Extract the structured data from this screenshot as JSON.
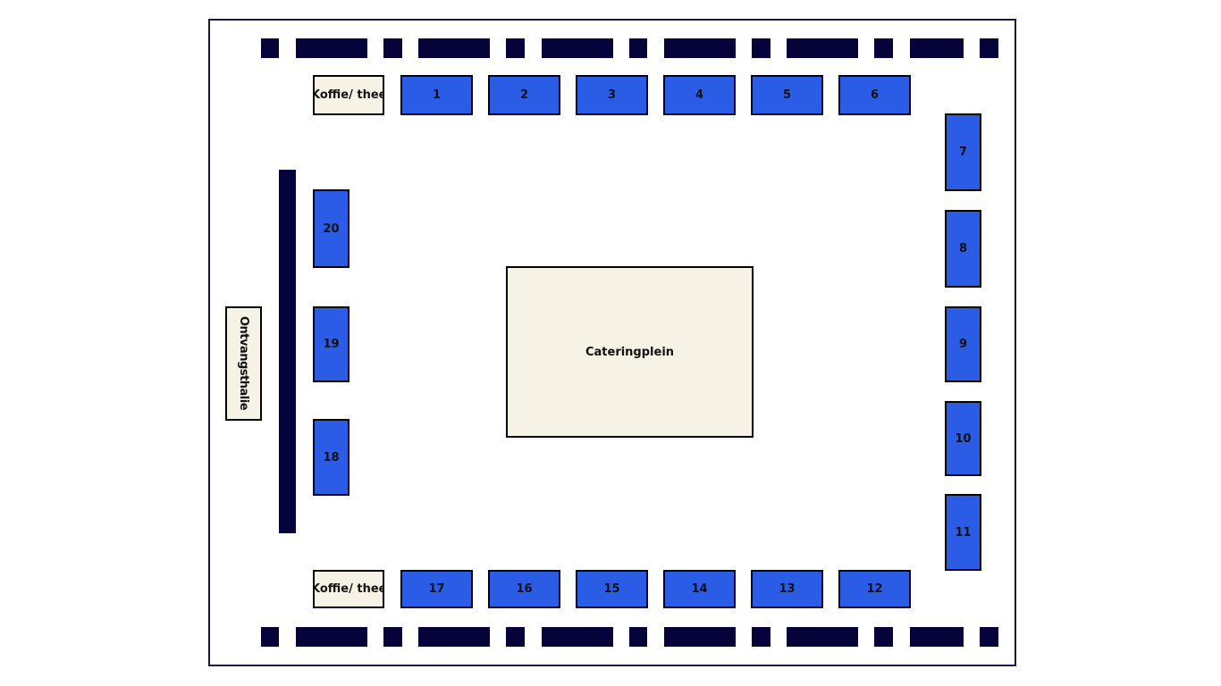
{
  "plan": {
    "coffee_top": "Koffie/ thee",
    "coffee_bottom": "Koffie/ thee",
    "reception": "Ontvangsthalie",
    "catering": "Cateringplein"
  },
  "booths": [
    "1",
    "2",
    "3",
    "4",
    "5",
    "6",
    "7",
    "8",
    "9",
    "10",
    "11",
    "12",
    "13",
    "14",
    "15",
    "16",
    "17",
    "18",
    "19",
    "20"
  ],
  "colors": {
    "booth": "#2b5ce6",
    "wall": "#05033a",
    "service": "#f6f2e6"
  }
}
